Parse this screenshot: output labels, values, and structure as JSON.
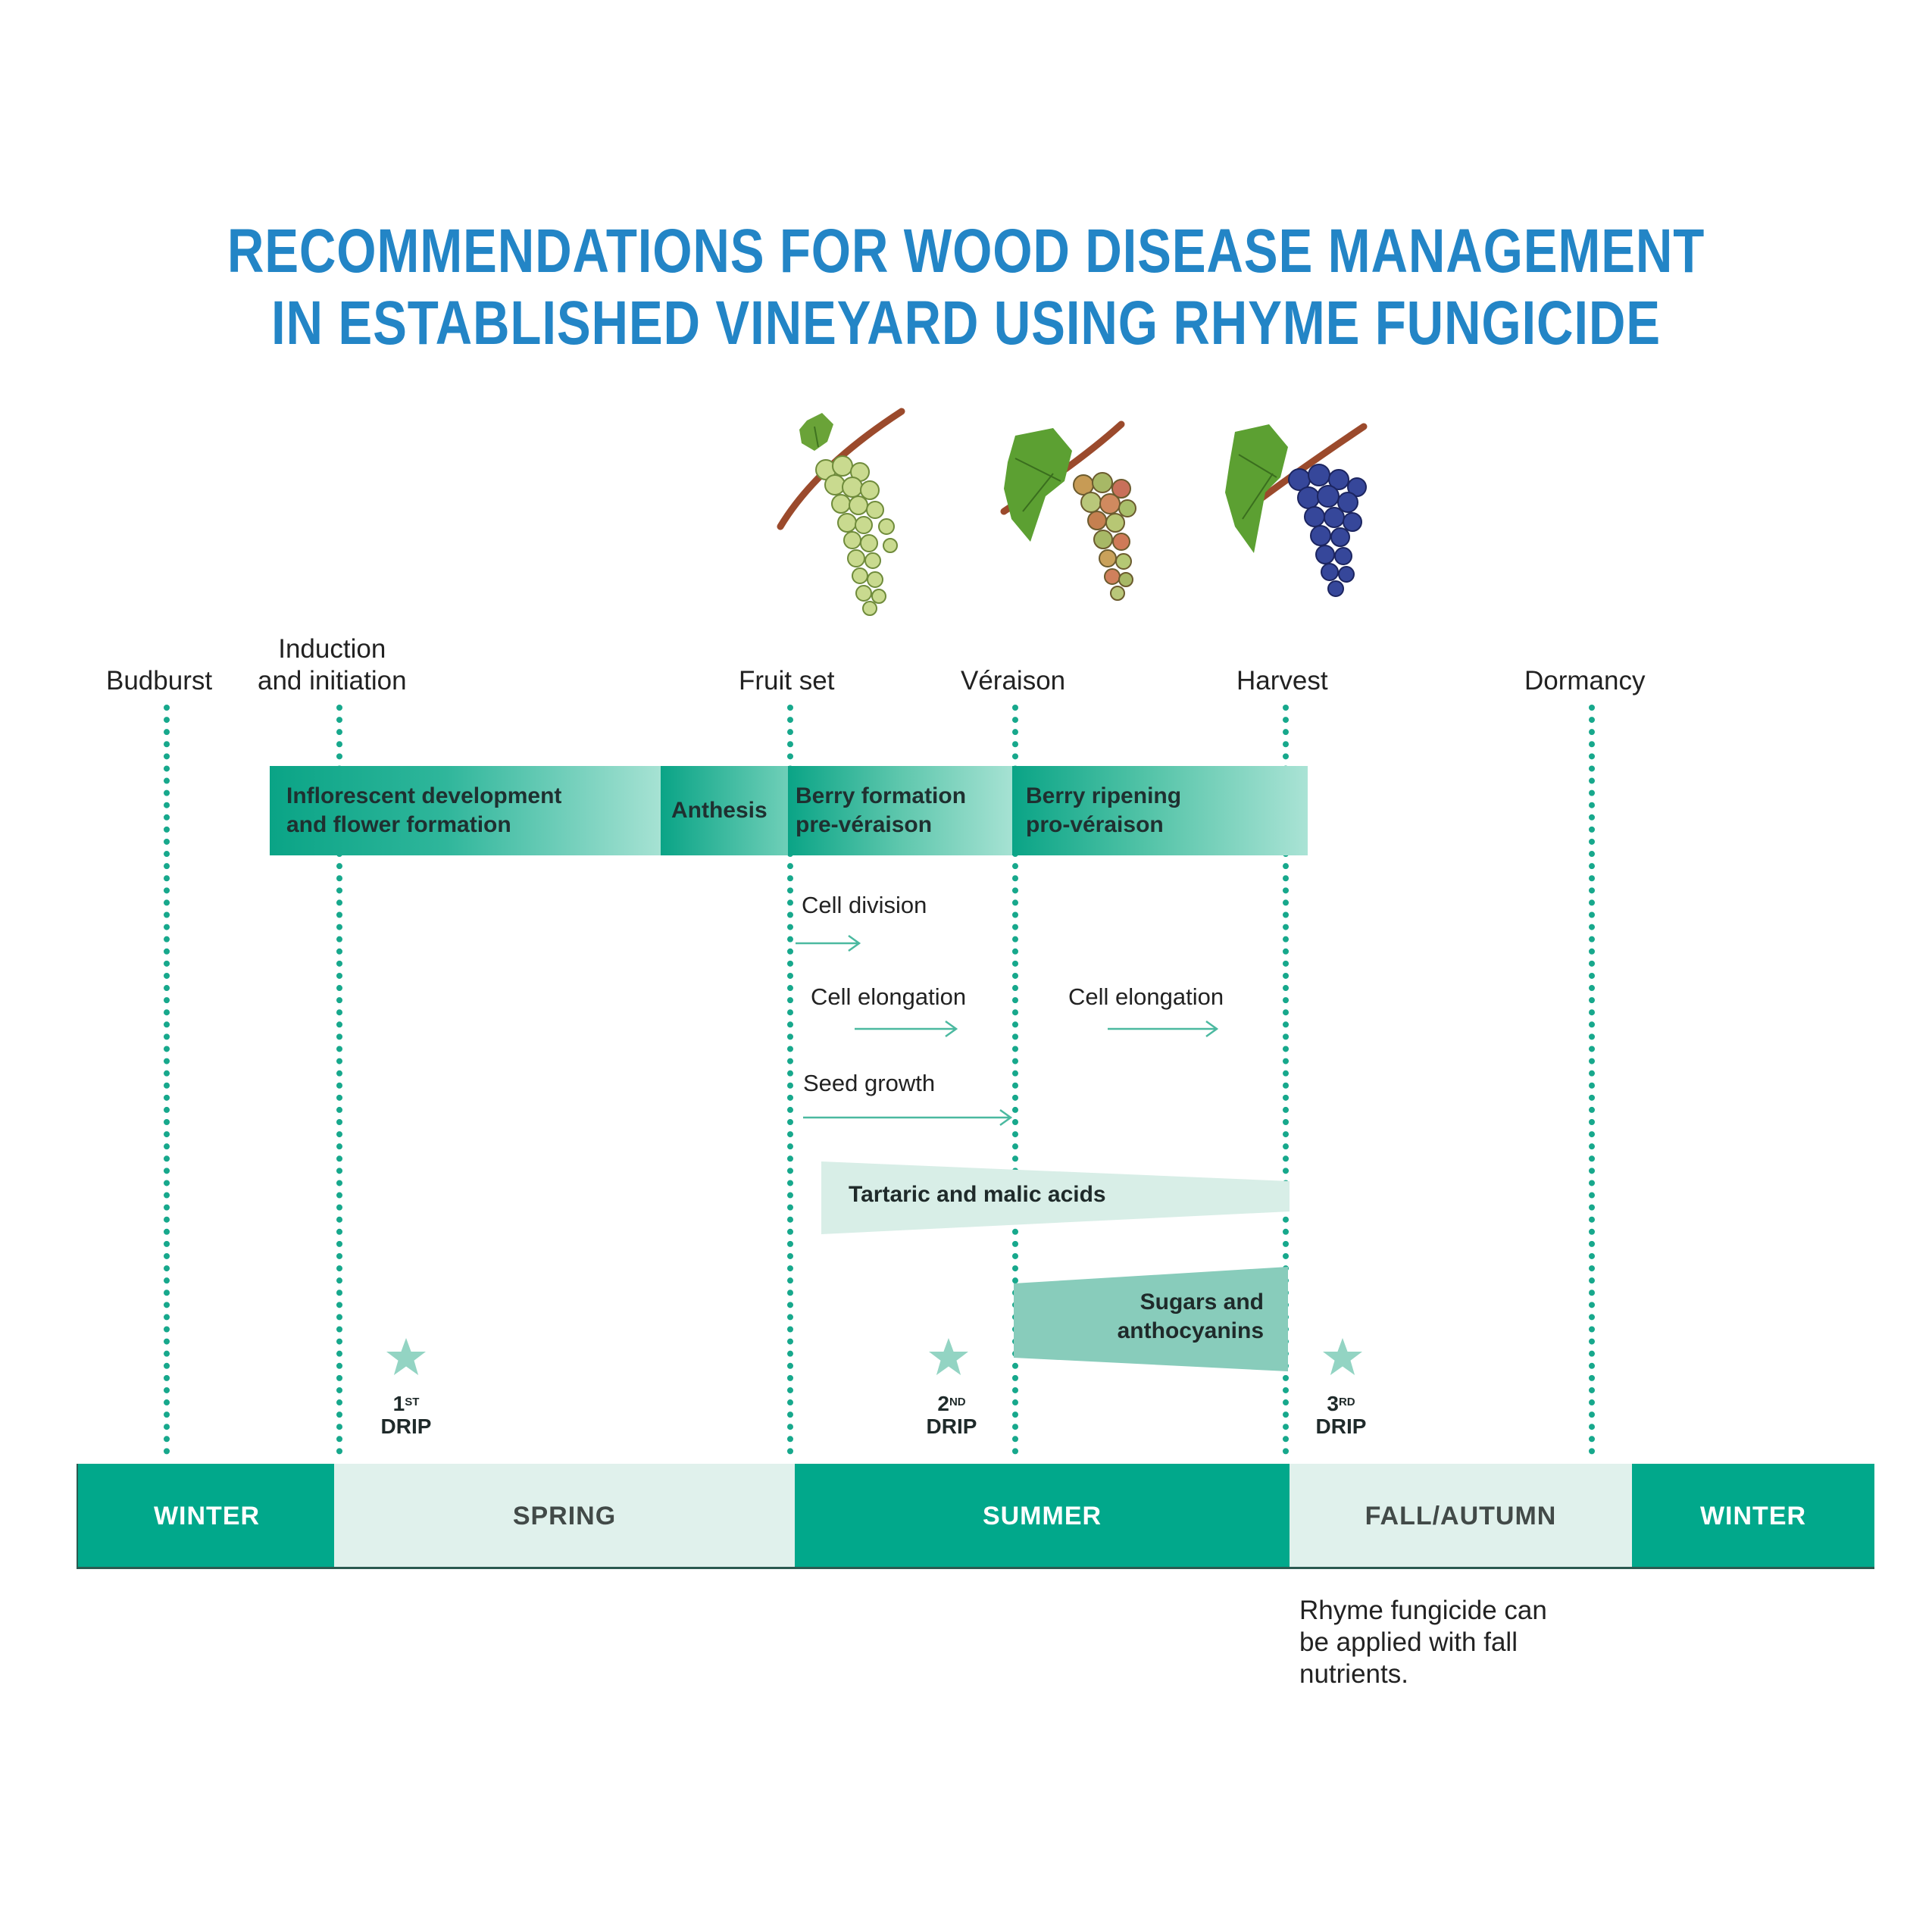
{
  "title": {
    "line1": "RECOMMENDATIONS FOR WOOD DISEASE MANAGEMENT",
    "line2": "IN ESTABLISHED VINEYARD USING RHYME FUNGICIDE"
  },
  "stages": {
    "budburst": "Budburst",
    "induction_1": "Induction",
    "induction_2": "and initiation",
    "fruit_set": "Fruit set",
    "veraison": "Véraison",
    "harvest": "Harvest",
    "dormancy": "Dormancy"
  },
  "phases": {
    "inflorescent_1": "Inflorescent development",
    "inflorescent_2": "and flower formation",
    "anthesis": "Anthesis",
    "berry_formation_1": "Berry formation",
    "berry_formation_2": "pre-véraison",
    "berry_ripening_1": "Berry ripening",
    "berry_ripening_2": "pro-véraison"
  },
  "processes": {
    "cell_division": "Cell division",
    "cell_elongation_1": "Cell elongation",
    "cell_elongation_2": "Cell elongation",
    "seed_growth": "Seed growth",
    "acids": "Tartaric and malic acids",
    "sugars_1": "Sugars and",
    "sugars_2": "anthocyanins"
  },
  "drips": [
    {
      "num": "1",
      "sup": "ST",
      "label": "DRIP"
    },
    {
      "num": "2",
      "sup": "ND",
      "label": "DRIP"
    },
    {
      "num": "3",
      "sup": "RD",
      "label": "DRIP"
    }
  ],
  "seasons": {
    "winter_1": "WINTER",
    "spring": "SPRING",
    "summer": "SUMMER",
    "fall": "FALL/AUTUMN",
    "winter_2": "WINTER"
  },
  "note": {
    "line1": "Rhyme fungicide can",
    "line2": "be applied with fall",
    "line3": "nutrients."
  },
  "colors": {
    "title": "#2385c6",
    "teal_dark": "#01a88b",
    "teal_light": "#e0f1ec",
    "dotted_line": "#17a88c",
    "star": "#93d4c3"
  }
}
